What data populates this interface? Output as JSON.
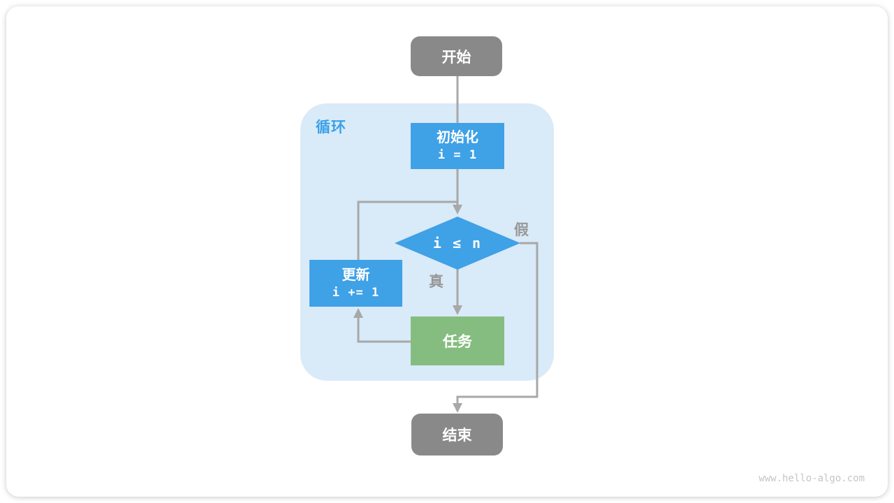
{
  "diagram": {
    "title_context": "loop flowchart",
    "nodes": {
      "start": {
        "label": "开始"
      },
      "init": {
        "title": "初始化",
        "code": "i = 1"
      },
      "condition": {
        "label": "i ≤ n"
      },
      "update": {
        "title": "更新",
        "code": "i += 1"
      },
      "task": {
        "label": "任务"
      },
      "end": {
        "label": "结束"
      }
    },
    "labels": {
      "loop": "循环",
      "true_label": "真",
      "false_label": "假"
    },
    "colors": {
      "terminal_gray": "#898989",
      "process_blue": "#3fa1e6",
      "task_green": "#85bd80",
      "loop_background": "#d9eaf8",
      "connector_gray": "#a8a8a8",
      "edge_label_gray": "#989898",
      "loop_label_blue": "#3ba1e7",
      "watermark_gray": "#c6c6c6"
    },
    "watermark": "www.hello-algo.com"
  }
}
